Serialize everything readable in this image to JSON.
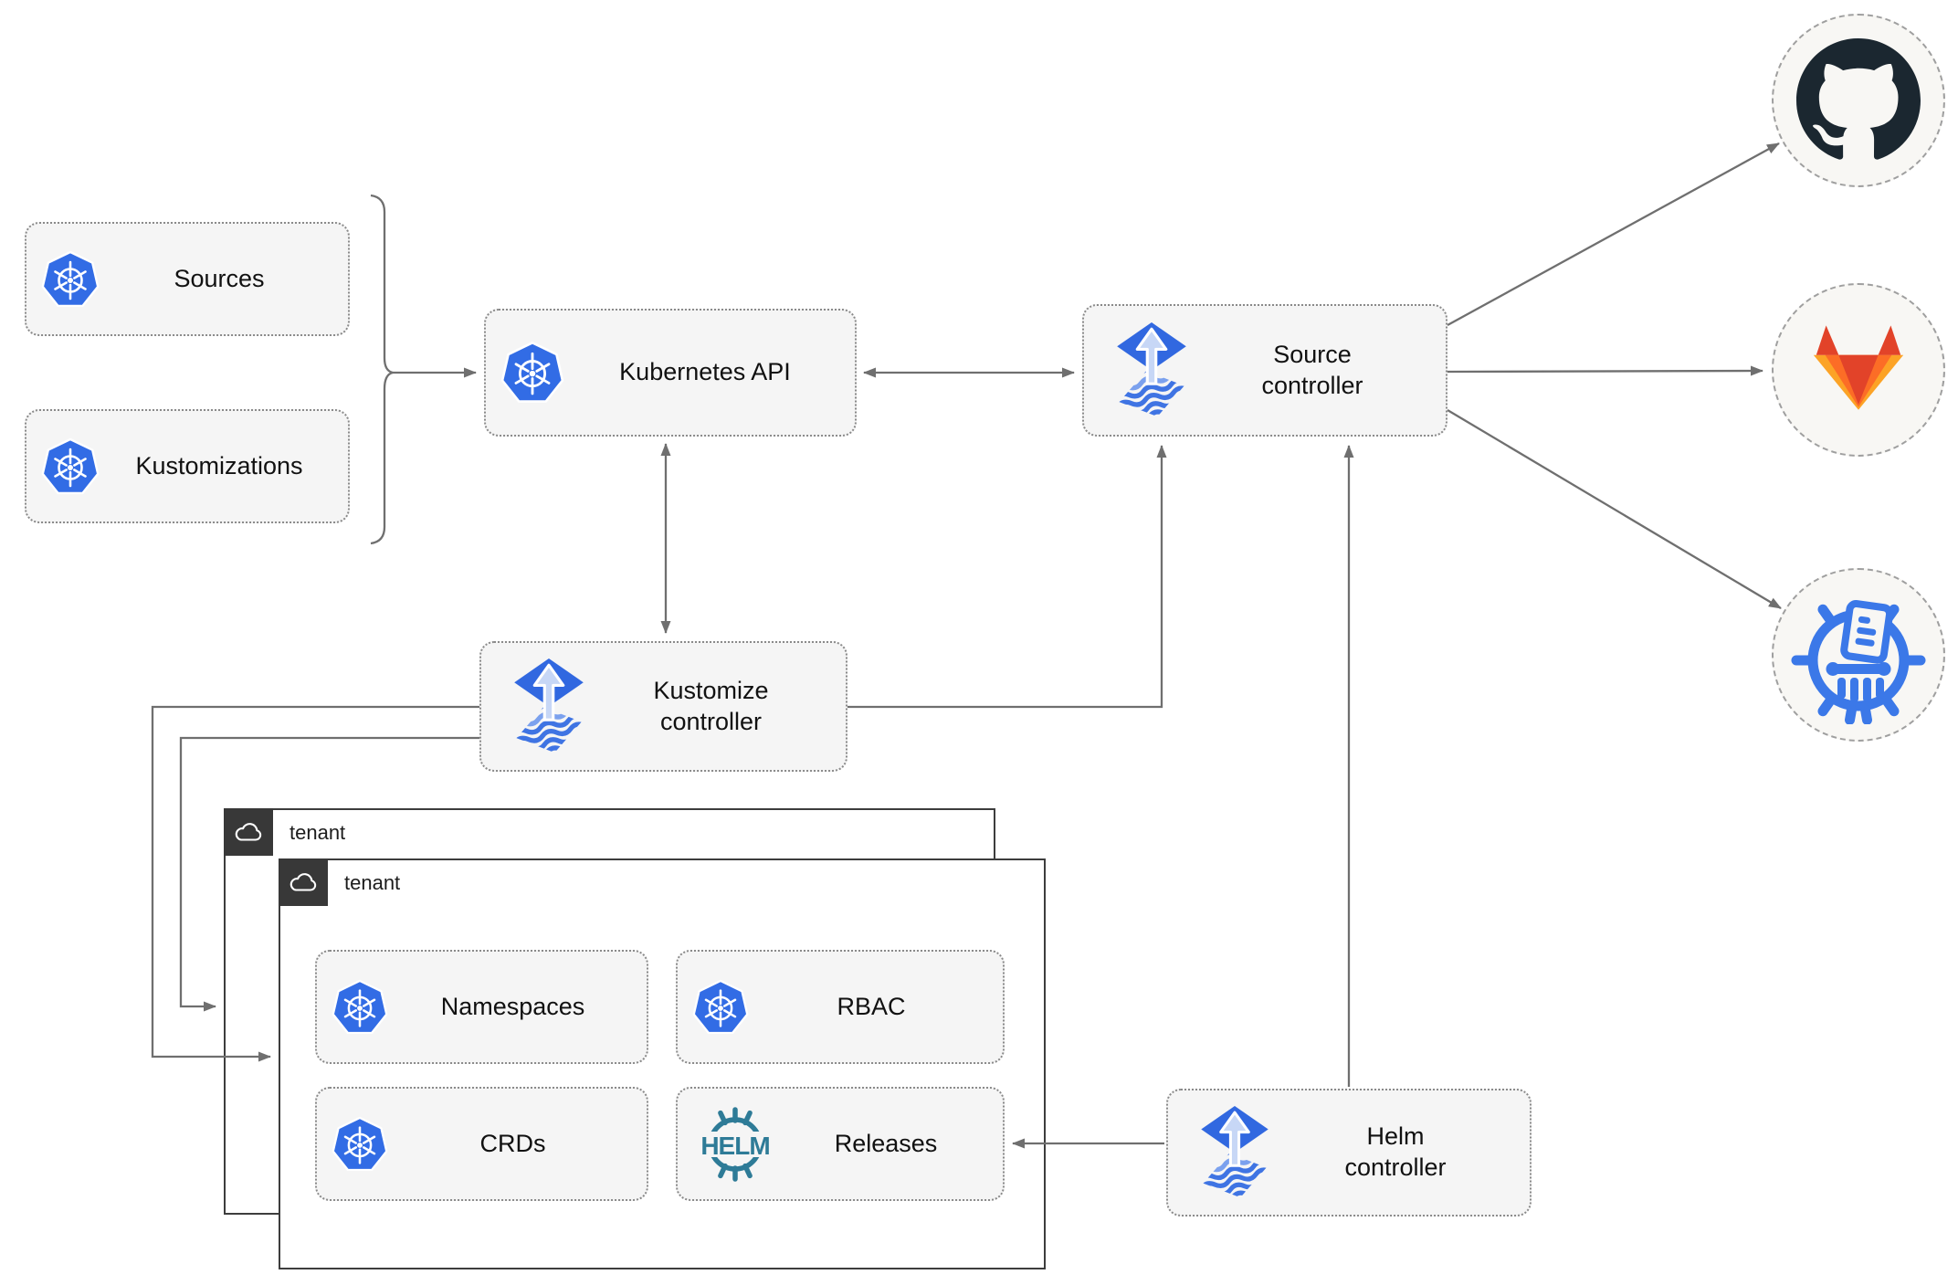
{
  "diagram": {
    "cluster_inputs": {
      "sources_label": "Sources",
      "kustomizations_label": "Kustomizations"
    },
    "nodes": {
      "kubernetes_api": {
        "label": "Kubernetes API"
      },
      "source_controller": {
        "label": "Source controller"
      },
      "kustomize_controller": {
        "label": "Kustomize controller"
      },
      "helm_controller": {
        "label": "Helm controller"
      }
    },
    "tenants": {
      "outer_label": "tenant",
      "inner_label": "tenant",
      "resources": {
        "namespaces": "Namespaces",
        "rbac": "RBAC",
        "crds": "CRDs",
        "releases": "Releases"
      },
      "releases_logo_text": "HELM"
    },
    "remotes": {
      "github": "github-icon",
      "gitlab": "gitlab-icon",
      "chartmuseum": "helm-repository-icon"
    },
    "colors": {
      "kubernetes_blue": "#326CE5",
      "flux_blue": "#3168E0",
      "flux_arrow_light": "#C7D7F6",
      "helm_teal": "#2E7B97",
      "github_dark": "#1B2730",
      "gitlab_red": "#E24329",
      "gitlab_orange": "#FC6D26",
      "gitlab_yellow": "#FCA326",
      "chartmuseum_blue": "#3B78E8",
      "connector_gray": "#6F6F6F",
      "node_background": "#F5F5F5",
      "tenant_header_background": "#383838"
    }
  }
}
